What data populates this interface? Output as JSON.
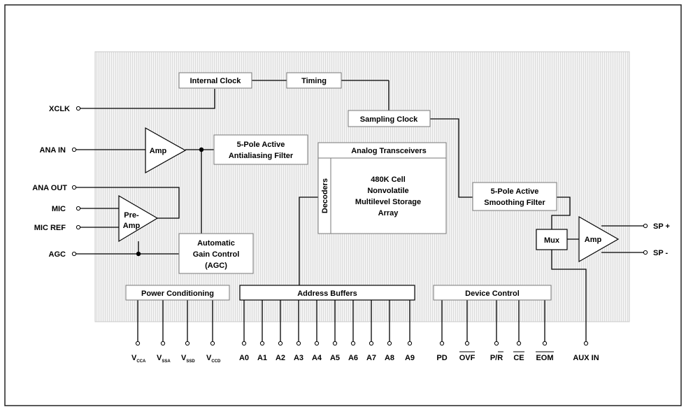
{
  "blocks": {
    "internal_clock": "Internal Clock",
    "timing": "Timing",
    "sampling_clock": "Sampling Clock",
    "amp_in": "Amp",
    "antialias_l1": "5-Pole Active",
    "antialias_l2": "Antialiasing Filter",
    "analog_transceivers": "Analog Transceivers",
    "decoders": "Decoders",
    "array_l1": "480K Cell",
    "array_l2": "Nonvolatile",
    "array_l3": "Multilevel Storage",
    "array_l4": "Array",
    "smoothing_l1": "5-Pole Active",
    "smoothing_l2": "Smoothing Filter",
    "preamp_l1": "Pre-",
    "preamp_l2": "Amp",
    "agc_l1": "Automatic",
    "agc_l2": "Gain Control",
    "agc_l3": "(AGC)",
    "mux": "Mux",
    "amp_out": "Amp",
    "power_conditioning": "Power Conditioning",
    "address_buffers": "Address Buffers",
    "device_control": "Device Control"
  },
  "pins_left": {
    "xclk": "XCLK",
    "ana_in": "ANA IN",
    "ana_out": "ANA OUT",
    "mic": "MIC",
    "mic_ref": "MIC REF",
    "agc": "AGC"
  },
  "pins_right": {
    "sp_plus": "SP +",
    "sp_minus": "SP -"
  },
  "pins_power": [
    {
      "main": "V",
      "sub": "CCA"
    },
    {
      "main": "V",
      "sub": "SSA"
    },
    {
      "main": "V",
      "sub": "SSD"
    },
    {
      "main": "V",
      "sub": "CCD"
    }
  ],
  "pins_address": [
    "A0",
    "A1",
    "A2",
    "A3",
    "A4",
    "A5",
    "A6",
    "A7",
    "A8",
    "A9"
  ],
  "pins_control": {
    "pd": "PD",
    "ovf": "OVF",
    "pr_p": "P/",
    "pr_r": "R",
    "ce": "CE",
    "eom": "EOM"
  },
  "pin_aux_in": "AUX IN"
}
